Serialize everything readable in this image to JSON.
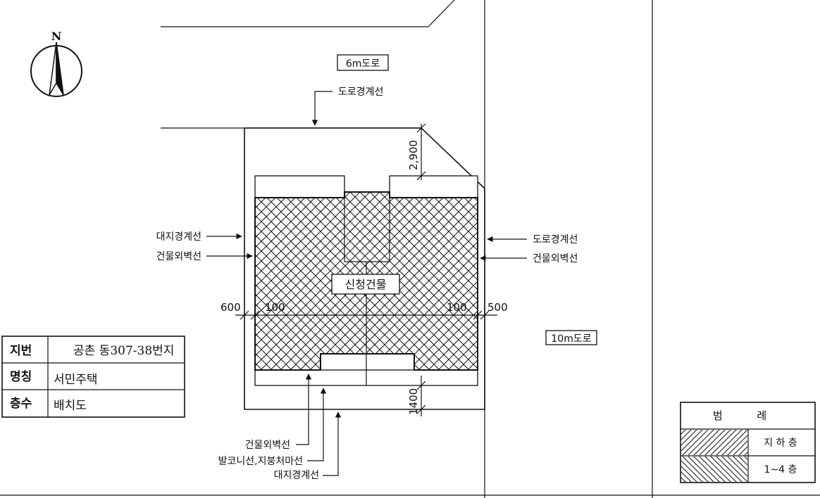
{
  "compass": {
    "north_label": "N",
    "icon": "north-arrow-icon"
  },
  "roads": {
    "north_road": "6m도로",
    "east_road": "10m도로"
  },
  "building": {
    "label": "신청건물"
  },
  "labels": {
    "road_boundary_top": "도로경계선",
    "site_boundary_left": "대지경계선",
    "building_wall_left": "건물외벽선",
    "road_boundary_right": "도로경계선",
    "building_wall_right": "건물외벽선",
    "building_wall_bottom": "건물외벽선",
    "balcony_line": "발코니선,지붕처마선",
    "site_boundary_bottom": "대지경계선"
  },
  "dimensions": {
    "top_setback": "2,900",
    "bottom_setback": "1400",
    "left_setback": "600",
    "left_inner": "100",
    "right_inner": "100",
    "right_setback": "500"
  },
  "info_table": {
    "rows": [
      {
        "header": "지번",
        "value": "공촌 동307-38번지"
      },
      {
        "header": "명칭",
        "value": "서민주택"
      },
      {
        "header": "층수",
        "value": "배치도"
      }
    ]
  },
  "legend": {
    "title": "범 례",
    "items": [
      {
        "label": "지 하 층",
        "pattern": "hatch-diagonal"
      },
      {
        "label": "1~4 층",
        "pattern": "hatch-diagonal-reverse"
      }
    ]
  },
  "colors": {
    "ink": "#111111",
    "paper": "#ffffff"
  }
}
